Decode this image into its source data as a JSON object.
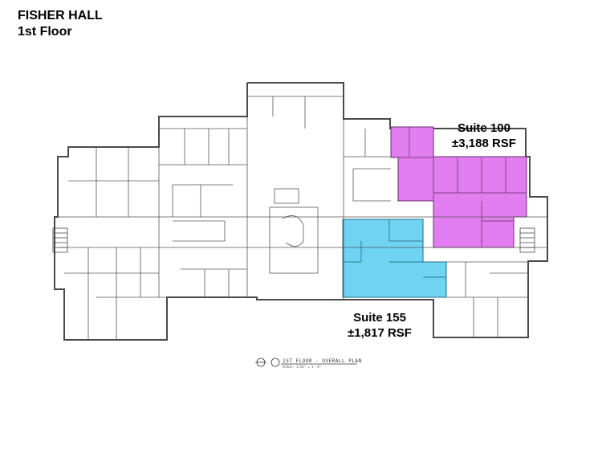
{
  "title": {
    "line1": "FISHER HALL",
    "line2": "1st Floor"
  },
  "suites": [
    {
      "name": "Suite 100",
      "area": "±3,188 RSF",
      "color": "#e27ef0"
    },
    {
      "name": "Suite 155",
      "area": "±1,817 RSF",
      "color": "#6fd3f2"
    }
  ],
  "plan": {
    "caption": "1ST FLOOR - OVERALL PLAN",
    "scale": "SCALE: 1/16\" = 1'-0\"",
    "wall_color": "#4a4a4a"
  }
}
